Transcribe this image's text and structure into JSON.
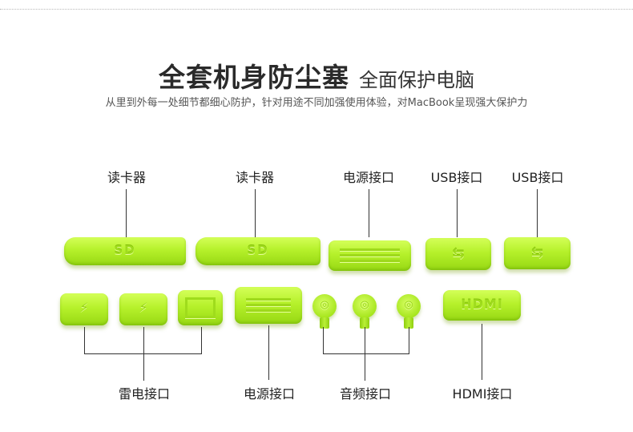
{
  "title": {
    "main": "全套机身防尘塞",
    "sub": "全面保护电脑"
  },
  "subtitle": "从里到外每一处细节都细心防护，针对用途不同加强使用体验，对MacBook呈现强大保护力",
  "top_labels": [
    "读卡器",
    "读卡器",
    "电源接口",
    "USB接口",
    "USB接口"
  ],
  "bottom_labels": [
    "雷电接口",
    "电源接口",
    "音频接口",
    "HDMI接口"
  ],
  "embossed": {
    "sd_small": "SD",
    "sd_large": "SD",
    "usb_symbol": "⇆",
    "hdmi": "HDMI",
    "thunderbolt": "⚡"
  },
  "colors": {
    "plug_green": "#b6f12b",
    "line": "#333333",
    "background": "#ffffff"
  }
}
